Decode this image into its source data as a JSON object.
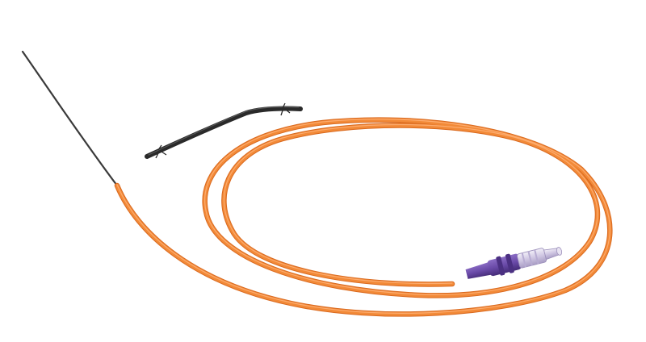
{
  "scene": {
    "background": "#ffffff",
    "objects": [
      "guidewire",
      "dilator",
      "catheter-tubing",
      "luer-hub"
    ]
  },
  "colors": {
    "guidewire": "#3a3a3a",
    "dilator_body": "#2e2e2e",
    "dilator_highlight": "#5a5a5a",
    "tubing": "#f28a38",
    "tubing_shadow": "#d9691f",
    "tubing_highlight": "#ffb37a",
    "hub_purple": "#6a4aa8",
    "hub_purple_dark": "#4b3082",
    "hub_clear": "#d9d4e6"
  }
}
